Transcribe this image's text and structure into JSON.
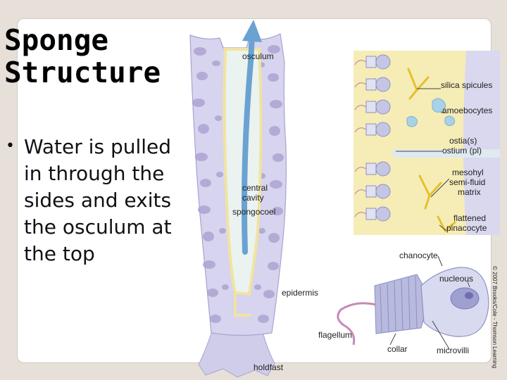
{
  "slide": {
    "title_lines": [
      "Sponge",
      "Structure"
    ],
    "bullets": [
      "Water is pulled in through the sides and exits the osculum at the top"
    ]
  },
  "diagram": {
    "labels": {
      "osculum": "osculum",
      "central_cavity": [
        "central",
        "cavity",
        "spongocoel"
      ],
      "epidermis": "epidermis",
      "holdfast": "holdfast",
      "silica_spicules": "silica spicules",
      "amoebocytes": "amoebocytes",
      "ostia": [
        "ostia(s)",
        "ostium (pl)"
      ],
      "mesohyl": [
        "mesohyl",
        "semi-fluid",
        "matrix"
      ],
      "pinacocyte": [
        "flattened",
        "pinacocyte"
      ],
      "choanocyte": "chanocyte",
      "nucleous": "nucleous",
      "flagellum": "flagellum",
      "collar": "collar",
      "microvilli": "microvilli",
      "copyright": "© 2007 Brooks/Cole - Thomson Learning"
    },
    "colors": {
      "body_wall": "#d6d4ee",
      "body_bump": "#a99ccf",
      "cavity": "#eaf3f0",
      "water_arrow": "#6aa2d2",
      "mesohyl": "#f6ecb6",
      "cell": "#c4c6e4"
    }
  }
}
